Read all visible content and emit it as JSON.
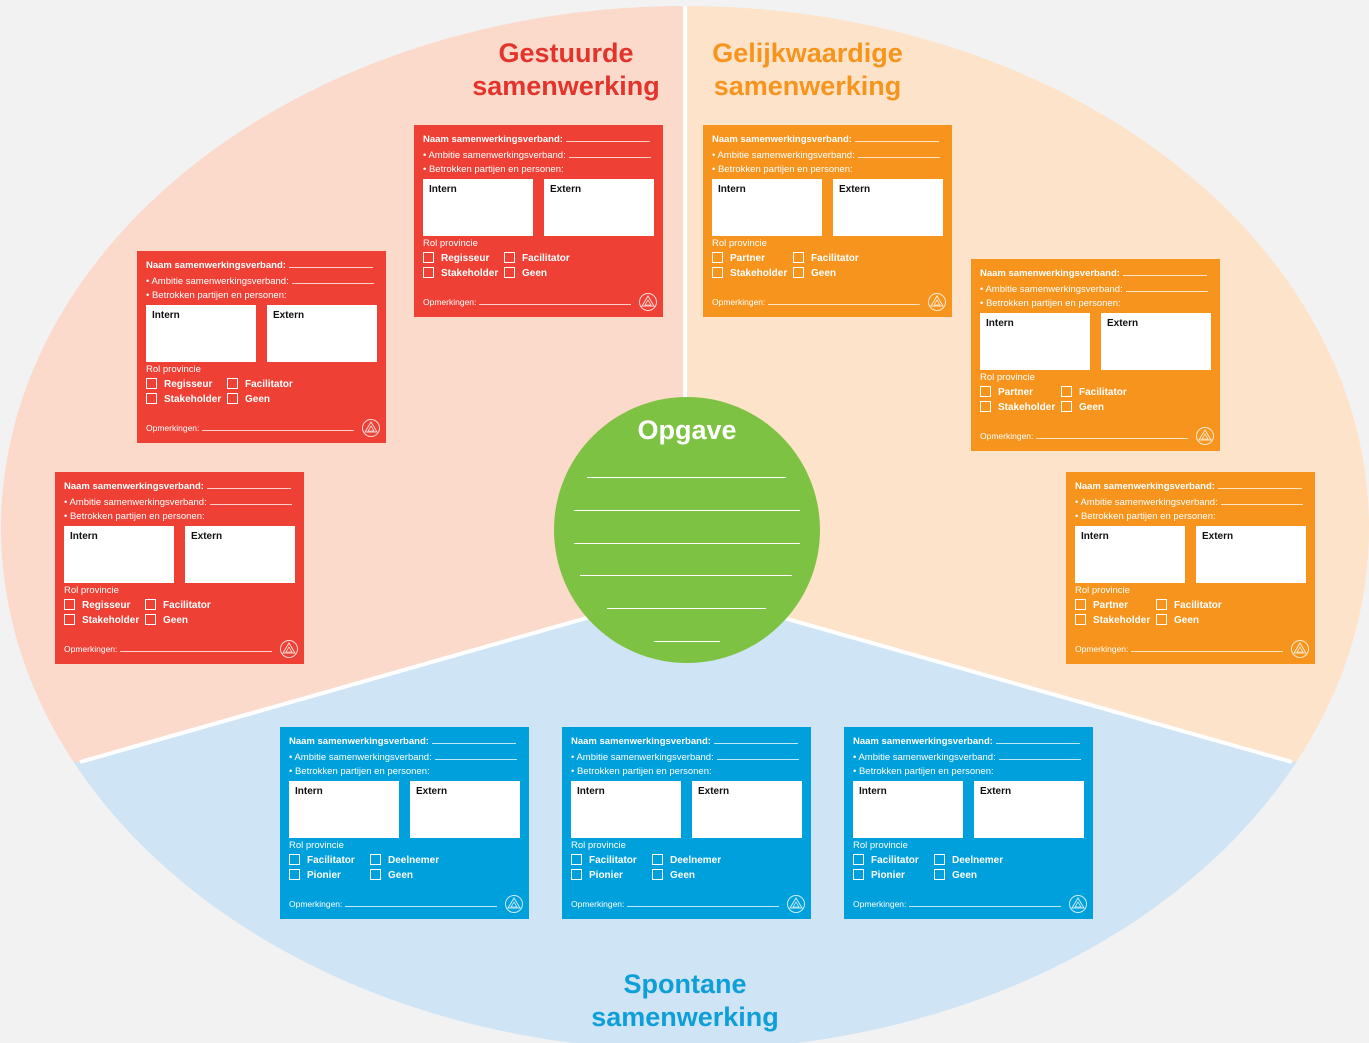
{
  "colors": {
    "red_sector": "#fbd9cb",
    "orange_sector": "#fde3c9",
    "blue_sector": "#cfe4f5",
    "red": "#ee4035",
    "orange": "#f7941d",
    "blue": "#00a0dc",
    "green": "#7dc242",
    "title_red": "#e3342b",
    "title_orange": "#f7941d",
    "title_blue": "#0e9fd8"
  },
  "sectors": {
    "gestuurd": {
      "line1": "Gestuurde",
      "line2": "samenwerking"
    },
    "gelijkwaardig": {
      "line1": "Gelijkwaardige",
      "line2": "samenwerking"
    },
    "spontaan": {
      "line1": "Spontane",
      "line2": "samenwerking"
    }
  },
  "center": {
    "title": "Opgave"
  },
  "card_text": {
    "naam": "Naam samenwerkingsverband:",
    "ambitie": "• Ambitie samenwerkingsverband:",
    "betrokken": "• Betrokken partijen en personen:",
    "intern": "Intern",
    "extern": "Extern",
    "rol": "Rol provincie",
    "opmerkingen": "Opmerkingen:"
  },
  "options": {
    "gestuurd": [
      "Regisseur",
      "Facilitator",
      "Stakeholder",
      "Geen"
    ],
    "gelijkwaardig": [
      "Partner",
      "Facilitator",
      "Stakeholder",
      "Geen"
    ],
    "spontaan": [
      "Facilitator",
      "Deelnemer",
      "Pionier",
      "Geen"
    ]
  },
  "cards": [
    {
      "group": "gestuurd",
      "color": "red"
    },
    {
      "group": "gestuurd",
      "color": "red"
    },
    {
      "group": "gestuurd",
      "color": "red"
    },
    {
      "group": "gelijkwaardig",
      "color": "orange"
    },
    {
      "group": "gelijkwaardig",
      "color": "orange"
    },
    {
      "group": "gelijkwaardig",
      "color": "orange"
    },
    {
      "group": "spontaan",
      "color": "blue"
    },
    {
      "group": "spontaan",
      "color": "blue"
    },
    {
      "group": "spontaan",
      "color": "blue"
    }
  ]
}
